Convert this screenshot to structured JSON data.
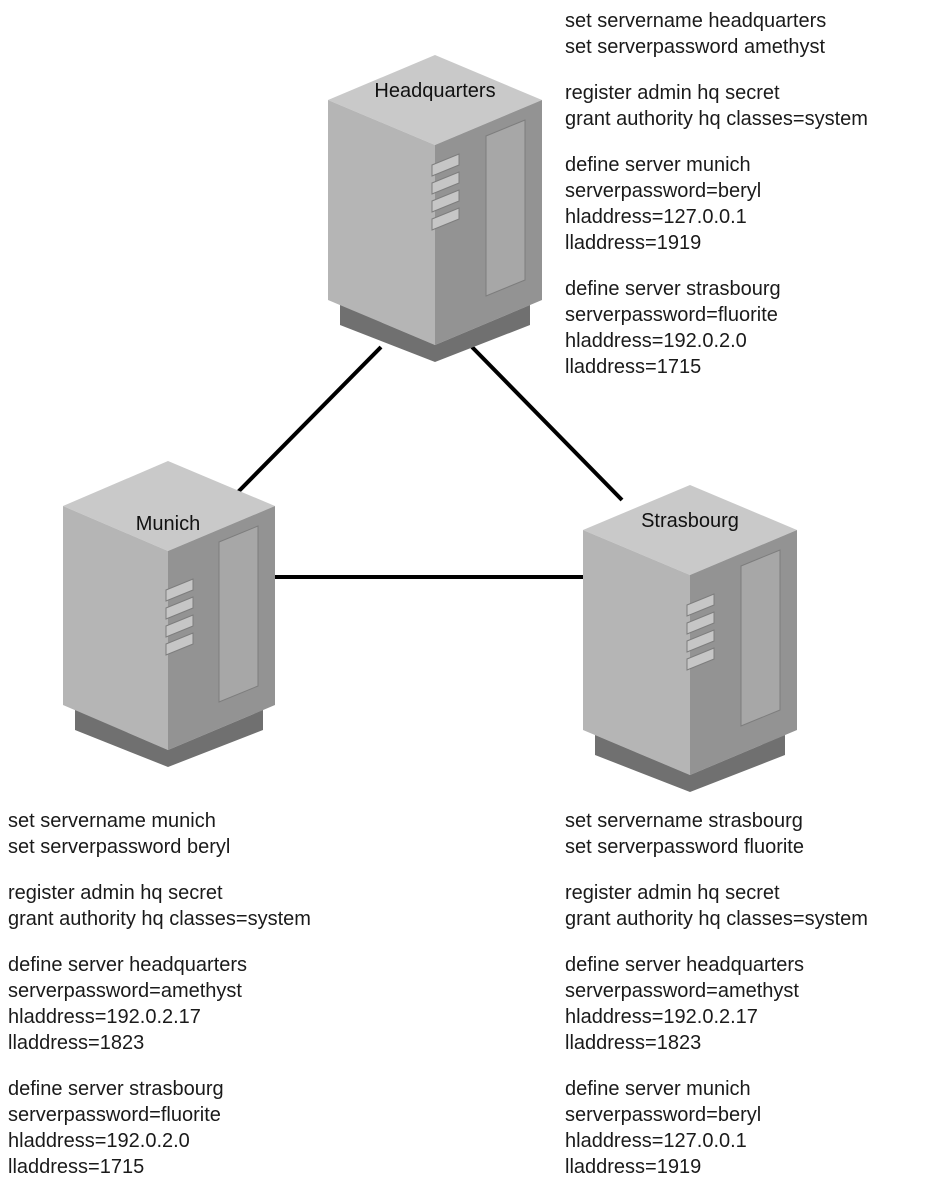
{
  "servers": {
    "hq": {
      "label": "Headquarters"
    },
    "munich": {
      "label": "Munich"
    },
    "strasbourg": {
      "label": "Strasbourg"
    }
  },
  "colors": {
    "top": "#c9c9c9",
    "front": "#b3b3b3",
    "side": "#8f8f8f",
    "base": "#6e6e6e",
    "link": "#000000"
  },
  "config": {
    "hq": [
      [
        "set servername headquarters",
        "set serverpassword amethyst"
      ],
      [
        "register admin hq secret",
        "grant authority hq classes=system"
      ],
      [
        "define server munich",
        "serverpassword=beryl",
        "hladdress=127.0.0.1",
        "lladdress=1919"
      ],
      [
        "define server strasbourg",
        "serverpassword=fluorite",
        "hladdress=192.0.2.0",
        "lladdress=1715"
      ]
    ],
    "munich": [
      [
        "set servername munich",
        "set serverpassword beryl"
      ],
      [
        "register admin hq secret",
        "grant authority hq classes=system"
      ],
      [
        "define server headquarters",
        "serverpassword=amethyst",
        "hladdress=192.0.2.17",
        "lladdress=1823"
      ],
      [
        "define server strasbourg",
        "serverpassword=fluorite",
        "hladdress=192.0.2.0",
        "lladdress=1715"
      ]
    ],
    "strasbourg": [
      [
        "set servername strasbourg",
        "set serverpassword fluorite"
      ],
      [
        "register admin hq secret",
        "grant authority hq classes=system"
      ],
      [
        "define server headquarters",
        "serverpassword=amethyst",
        "hladdress=192.0.2.17",
        "lladdress=1823"
      ],
      [
        "define server munich",
        "serverpassword=beryl",
        "hladdress=127.0.0.1",
        "lladdress=1919"
      ]
    ]
  }
}
